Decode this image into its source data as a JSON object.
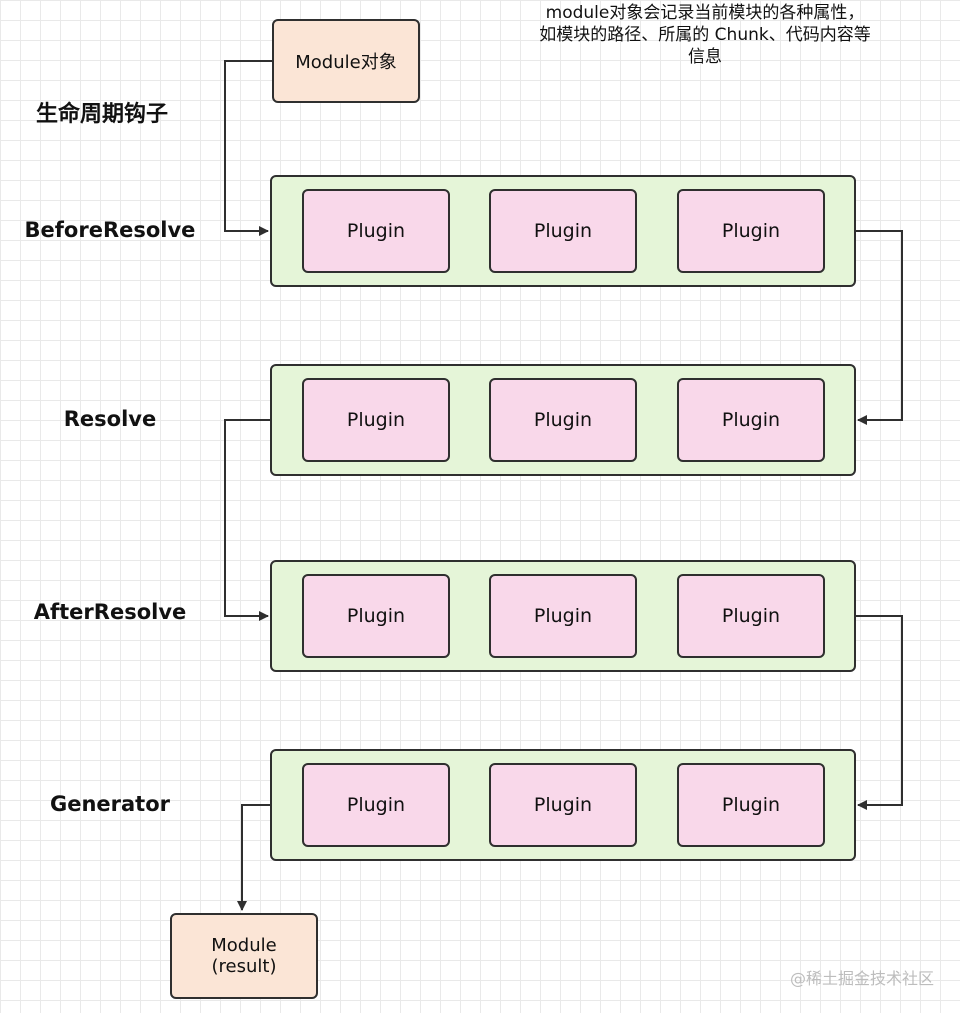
{
  "note": "module对象会记录当前模块的各种属性，\n如模块的路径、所属的 Chunk、代码内容等\n信息",
  "heading": "生命周期钩子",
  "module_input": "Module对象",
  "module_output": "Module\n(result)",
  "stages": [
    {
      "label": "BeforeResolve",
      "plugins": [
        "Plugin",
        "Plugin",
        "Plugin"
      ],
      "direction": "right"
    },
    {
      "label": "Resolve",
      "plugins": [
        "Plugin",
        "Plugin",
        "Plugin"
      ],
      "direction": "left"
    },
    {
      "label": "AfterResolve",
      "plugins": [
        "Plugin",
        "Plugin",
        "Plugin"
      ],
      "direction": "right"
    },
    {
      "label": "Generator",
      "plugins": [
        "Plugin",
        "Plugin",
        "Plugin"
      ],
      "direction": "left"
    }
  ],
  "watermark": "@稀土掘金技术社区",
  "colors": {
    "lane_fill": "#e5f5d8",
    "plugin_fill": "#f9d8ea",
    "module_fill": "#fbe5d6",
    "stroke": "#2f2f2f"
  }
}
